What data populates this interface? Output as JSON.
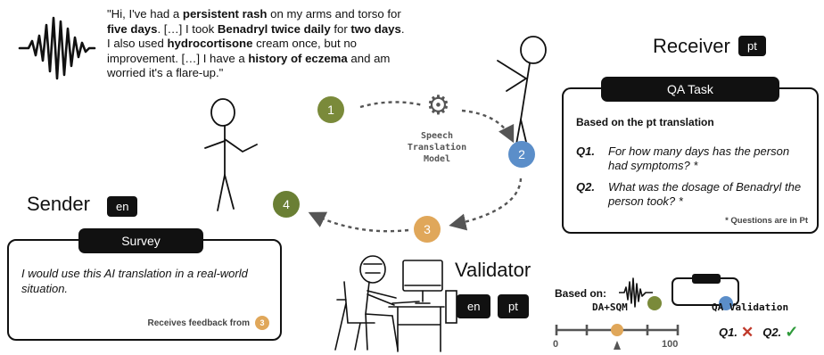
{
  "quote": {
    "parts": [
      {
        "t": "\"Hi, I've had a ",
        "b": false
      },
      {
        "t": "persistent rash",
        "b": true
      },
      {
        "t": " on my arms and torso for ",
        "b": false
      },
      {
        "t": "five days",
        "b": true
      },
      {
        "t": ". […] I took ",
        "b": false
      },
      {
        "t": "Benadryl twice daily",
        "b": true
      },
      {
        "t": " for ",
        "b": false
      },
      {
        "t": "two days",
        "b": true
      },
      {
        "t": ". I also used ",
        "b": false
      },
      {
        "t": "hydrocortisone",
        "b": true
      },
      {
        "t": " cream once, but no improvement. […] I have a ",
        "b": false
      },
      {
        "t": "history of eczema",
        "b": true
      },
      {
        "t": " and am worried it's a flare-up.\"",
        "b": false
      }
    ]
  },
  "steps": [
    {
      "label": "1",
      "color": "#7a8a3a"
    },
    {
      "label": "2",
      "color": "#5b8ec9"
    },
    {
      "label": "3",
      "color": "#e0a75a"
    },
    {
      "label": "4",
      "color": "#6a7f34"
    }
  ],
  "model_label": [
    "Speech",
    "Translation",
    "Model"
  ],
  "receiver": {
    "label": "Receiver",
    "lang": "pt",
    "task_title": "QA Task",
    "based_on": "Based on the pt translation",
    "questions": [
      {
        "num": "Q1.",
        "text": "For how many days has the person had symptoms? *"
      },
      {
        "num": "Q2.",
        "text": "What was the dosage of Benadryl the person took? *"
      }
    ],
    "footnote": "* Questions are in Pt"
  },
  "sender": {
    "label": "Sender",
    "lang": "en",
    "survey_title": "Survey",
    "survey_text": "I would use this AI translation in a real-world situation.",
    "feedback_label": "Receives feedback from",
    "feedback_step": "3"
  },
  "validator": {
    "label": "Validator",
    "langs": [
      "en",
      "pt"
    ],
    "based_on": "Based on:",
    "da_title": "DA+SQM",
    "scale_min": "0",
    "scale_max": "100",
    "slider_value": 50,
    "qa_title": "QA Validation",
    "qa_items": [
      {
        "num": "Q1.",
        "mark": "✕",
        "color": "#c0392b"
      },
      {
        "num": "Q2.",
        "mark": "✓",
        "color": "#2e9a3a"
      }
    ]
  },
  "colors": {
    "accent_blue": "#5b8ec9",
    "accent_olive": "#7a8a3a"
  }
}
